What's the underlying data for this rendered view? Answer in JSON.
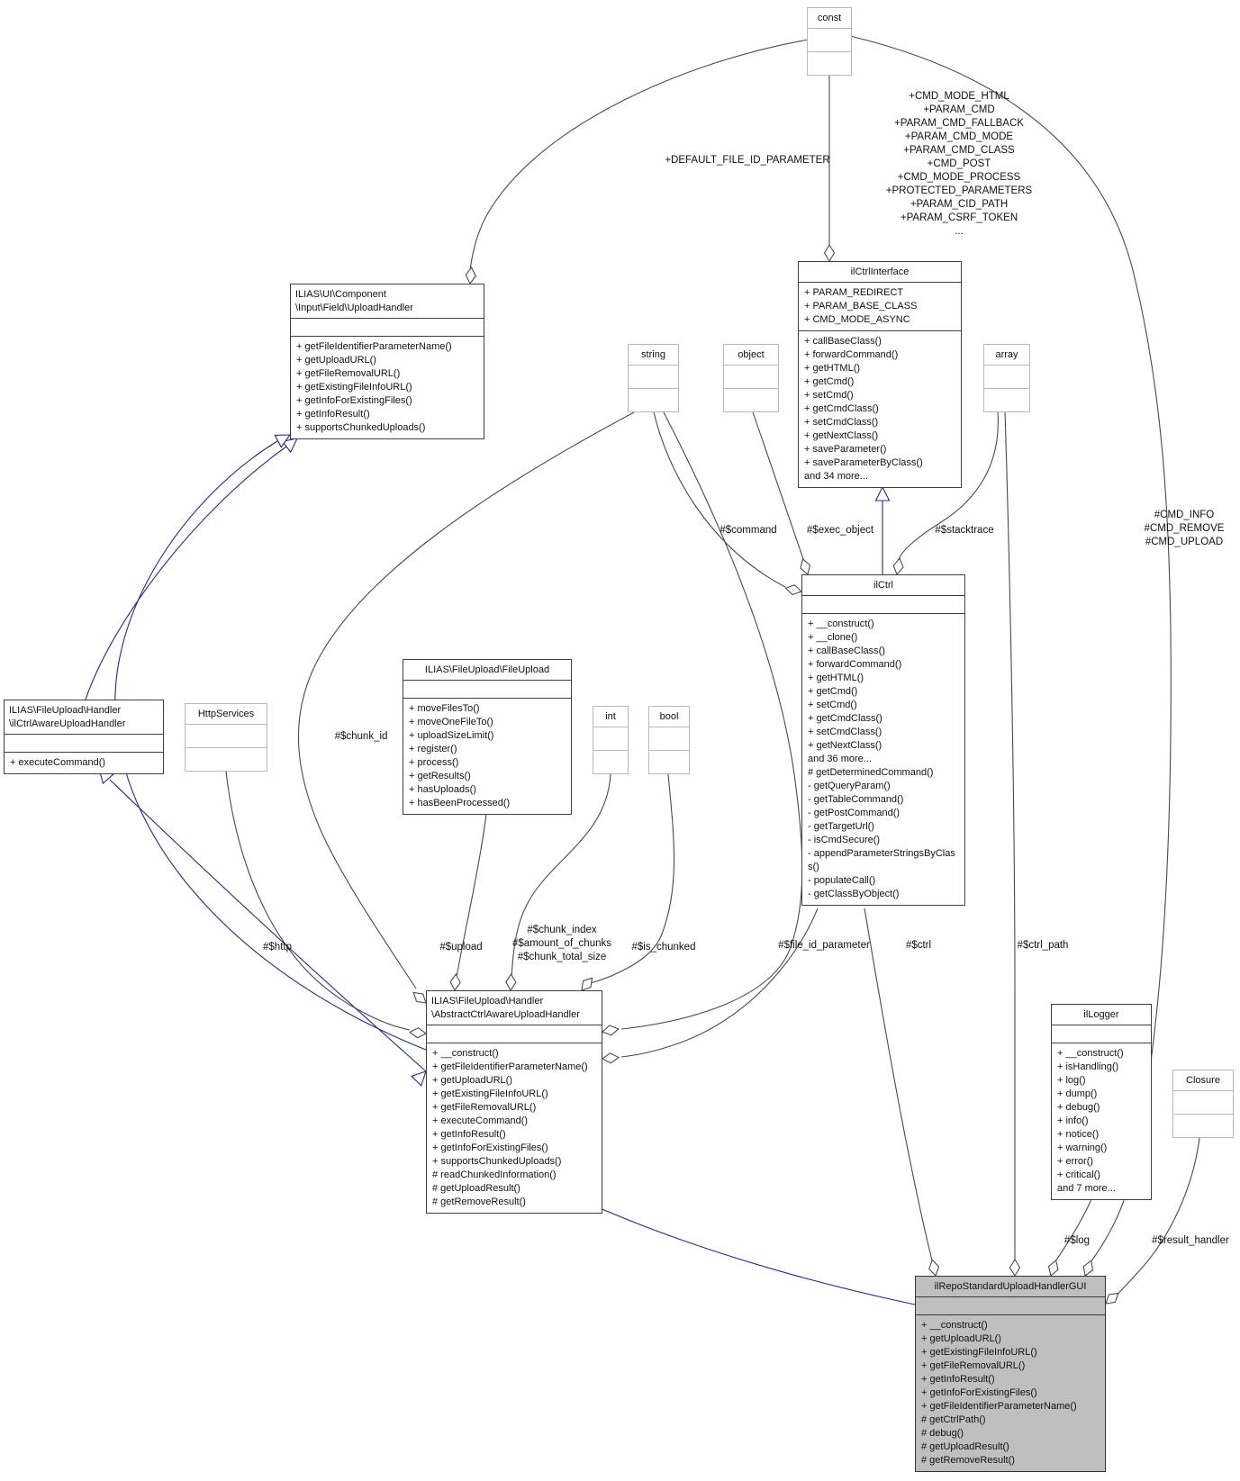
{
  "diagram_title": "ilRepoStandardUploadHandlerGUI collaboration diagram",
  "nodes": {
    "const_box": {
      "title": [
        "const"
      ],
      "attributes": [],
      "methods": []
    },
    "upload_handler": {
      "title": [
        "ILIAS\\UI\\Component",
        "    \\Input\\Field\\UploadHandler"
      ],
      "attributes": [],
      "methods": [
        "+ getFileIdentifierParameterName()",
        "+ getUploadURL()",
        "+ getFileRemovalURL()",
        "+ getExistingFileInfoURL()",
        "+ getInfoForExistingFiles()",
        "+ getInfoResult()",
        "+ supportsChunkedUploads()"
      ]
    },
    "ilctrl_interface": {
      "title": [
        "ilCtrlInterface"
      ],
      "attributes": [
        "+ PARAM_REDIRECT",
        "+ PARAM_BASE_CLASS",
        "+ CMD_MODE_ASYNC"
      ],
      "methods": [
        "+ callBaseClass()",
        "+ forwardCommand()",
        "+ getHTML()",
        "+ getCmd()",
        "+ setCmd()",
        "+ getCmdClass()",
        "+ setCmdClass()",
        "+ getNextClass()",
        "+ saveParameter()",
        "+ saveParameterByClass()",
        "and 34 more..."
      ]
    },
    "string_box": {
      "title": [
        "string"
      ],
      "attributes": [],
      "methods": []
    },
    "object_box": {
      "title": [
        "object"
      ],
      "attributes": [],
      "methods": []
    },
    "array_box": {
      "title": [
        "array"
      ],
      "attributes": [],
      "methods": []
    },
    "ilctrl": {
      "title": [
        "ilCtrl"
      ],
      "attributes": [],
      "methods": [
        "+ __construct()",
        "+ __clone()",
        "+ callBaseClass()",
        "+ forwardCommand()",
        "+ getHTML()",
        "+ getCmd()",
        "+ setCmd()",
        "+ getCmdClass()",
        "+ setCmdClass()",
        "+ getNextClass()",
        "and 36 more...",
        "# getDeterminedCommand()",
        "- getQueryParam()",
        "- getTableCommand()",
        "- getPostCommand()",
        "- getTargetUrl()",
        "- isCmdSecure()",
        "- appendParameterStringsByClass()",
        "- populateCall()",
        "- getClassByObject()"
      ]
    },
    "ilctrl_aware_upload_handler": {
      "title": [
        "ILIAS\\FileUpload\\Handler",
        "\\ilCtrlAwareUploadHandler"
      ],
      "attributes": [],
      "methods": [
        "+ executeCommand()"
      ]
    },
    "http_services": {
      "title": [
        "HttpServices"
      ],
      "attributes": [],
      "methods": []
    },
    "file_upload": {
      "title": [
        "ILIAS\\FileUpload\\FileUpload"
      ],
      "attributes": [],
      "methods": [
        "+ moveFilesTo()",
        "+ moveOneFileTo()",
        "+ uploadSizeLimit()",
        "+ register()",
        "+ process()",
        "+ getResults()",
        "+ hasUploads()",
        "+ hasBeenProcessed()"
      ]
    },
    "int_box": {
      "title": [
        "int"
      ],
      "attributes": [],
      "methods": []
    },
    "bool_box": {
      "title": [
        "bool"
      ],
      "attributes": [],
      "methods": []
    },
    "abstract_handler": {
      "title": [
        "ILIAS\\FileUpload\\Handler",
        " \\AbstractCtrlAwareUploadHandler"
      ],
      "attributes": [],
      "methods": [
        "+ __construct()",
        "+ getFileIdentifierParameterName()",
        "+ getUploadURL()",
        "+ getExistingFileInfoURL()",
        "+ getFileRemovalURL()",
        "+ executeCommand()",
        "+ getInfoResult()",
        "+ getInfoForExistingFiles()",
        "+ supportsChunkedUploads()",
        "# readChunkedInformation()",
        "# getUploadResult()",
        "# getRemoveResult()"
      ]
    },
    "illogger": {
      "title": [
        "ilLogger"
      ],
      "attributes": [],
      "methods": [
        "+ __construct()",
        "+ isHandling()",
        "+ log()",
        "+ dump()",
        "+ debug()",
        "+ info()",
        "+ notice()",
        "+ warning()",
        "+ error()",
        "+ critical()",
        "and 7 more..."
      ]
    },
    "closure_box": {
      "title": [
        "Closure"
      ],
      "attributes": [],
      "methods": []
    },
    "gui": {
      "title": [
        "ilRepoStandardUploadHandlerGUI"
      ],
      "attributes": [],
      "methods": [
        "+ __construct()",
        "+ getUploadURL()",
        "+ getExistingFileInfoURL()",
        "+ getFileRemovalURL()",
        "+ getInfoResult()",
        "+ getInfoForExistingFiles()",
        "+ getFileIdentifierParameterName()",
        "# getCtrlPath()",
        "# debug()",
        "# getUploadResult()",
        "# getRemoveResult()"
      ]
    }
  },
  "edge_labels": {
    "default_file_id_parameter": "+DEFAULT_FILE_ID_PARAMETER",
    "command": "#$command",
    "exec_object": "#$exec_object",
    "stacktrace": "#$stacktrace",
    "chunk_id": "#$chunk_id",
    "http": "#$http",
    "upload": "#$upload",
    "is_chunked": "#$is_chunked",
    "file_id_parameter": "#$file_id_parameter",
    "ctrl": "#$ctrl",
    "ctrl_path": "#$ctrl_path",
    "log": "#$log",
    "result_handler": "#$result_handler"
  },
  "edge_label_groups": {
    "ilctrl_interface_consts": [
      "+CMD_MODE_HTML",
      "+PARAM_CMD",
      "+PARAM_CMD_FALLBACK",
      "+PARAM_CMD_MODE",
      "+PARAM_CMD_CLASS",
      "+CMD_POST",
      "+CMD_MODE_PROCESS",
      "+PROTECTED_PARAMETERS",
      "+PARAM_CID_PATH",
      "+PARAM_CSRF_TOKEN",
      "..."
    ],
    "gui_cmd_consts": [
      "#CMD_INFO",
      "#CMD_REMOVE",
      "#CMD_UPLOAD"
    ],
    "chunk_fields": [
      "#$chunk_index",
      "#$amount_of_chunks",
      "#$chunk_total_size"
    ]
  },
  "colors": {
    "aggregation_edge": "#4a4a4a",
    "inheritance_edge": "#242b8c",
    "plain_box_border": "#b9b9b9",
    "class_box_border": "#3f3f3f",
    "highlight_fill": "#bfbfbf"
  }
}
